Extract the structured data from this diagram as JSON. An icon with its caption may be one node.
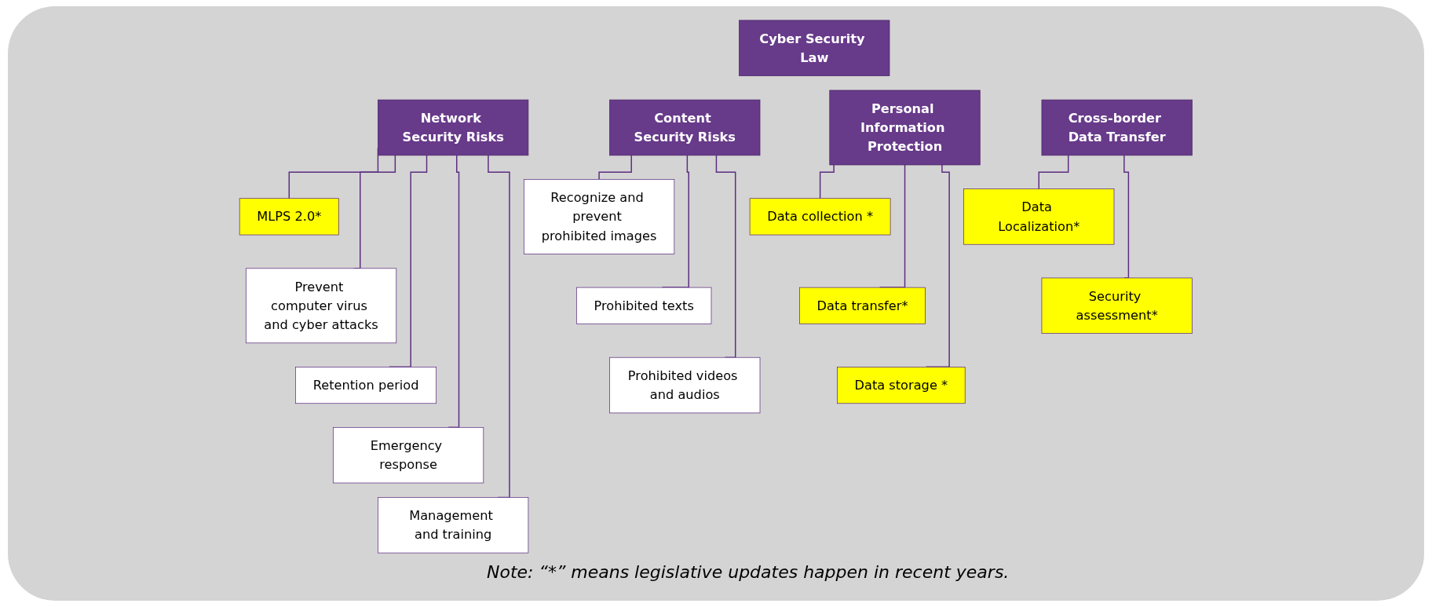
{
  "diagram": {
    "nodes": [
      {
        "text": [
          "Cyber Security Law"
        ]
      },
      {
        "text": [
          "Network Security Risks"
        ]
      },
      {
        "text": [
          "Content Security Risks"
        ]
      },
      {
        "text": [
          "Personal Information Protection"
        ]
      },
      {
        "text": [
          "Cross-border Data Transfer"
        ]
      },
      {
        "text": [
          "MLPS 2.0*"
        ]
      },
      {
        "text": [
          "Prevent computer virus and cyber attacks"
        ]
      },
      {
        "text": [
          "Retention period"
        ]
      },
      {
        "text": [
          "Emergency response"
        ]
      },
      {
        "text": [
          "Management and training"
        ]
      },
      {
        "text": [
          "Recognize and prevent prohibited images"
        ]
      },
      {
        "text": [
          "Prohibited texts"
        ]
      },
      {
        "text": [
          "Prohibited videos and audios"
        ]
      },
      {
        "text": [
          "Data collection *"
        ]
      },
      {
        "text": [
          "Data transfer*"
        ]
      },
      {
        "text": [
          "Data storage *"
        ]
      },
      {
        "text": [
          "Data Localization*"
        ]
      },
      {
        "text": [
          "Security assessment*"
        ]
      }
    ],
    "edges": [
      {
        "from": 1,
        "to": 5,
        "arrow": "none"
      },
      {
        "from": 1,
        "to": 6,
        "arrow": "none"
      },
      {
        "from": 1,
        "to": 7,
        "arrow": "none"
      },
      {
        "from": 1,
        "to": 8,
        "arrow": "none"
      },
      {
        "from": 1,
        "to": 9,
        "arrow": "none"
      },
      {
        "from": 2,
        "to": 10,
        "arrow": "none"
      },
      {
        "from": 2,
        "to": 11,
        "arrow": "none"
      },
      {
        "from": 2,
        "to": 12,
        "arrow": "none"
      },
      {
        "from": 3,
        "to": 13,
        "arrow": "none"
      },
      {
        "from": 3,
        "to": 14,
        "arrow": "none"
      },
      {
        "from": 3,
        "to": 15,
        "arrow": "none"
      },
      {
        "from": 4,
        "to": 16,
        "arrow": "none"
      },
      {
        "from": 4,
        "to": 17,
        "arrow": "none"
      }
    ],
    "labels": [
      "Note: “*” means legislative updates happen in recent years."
    ]
  }
}
